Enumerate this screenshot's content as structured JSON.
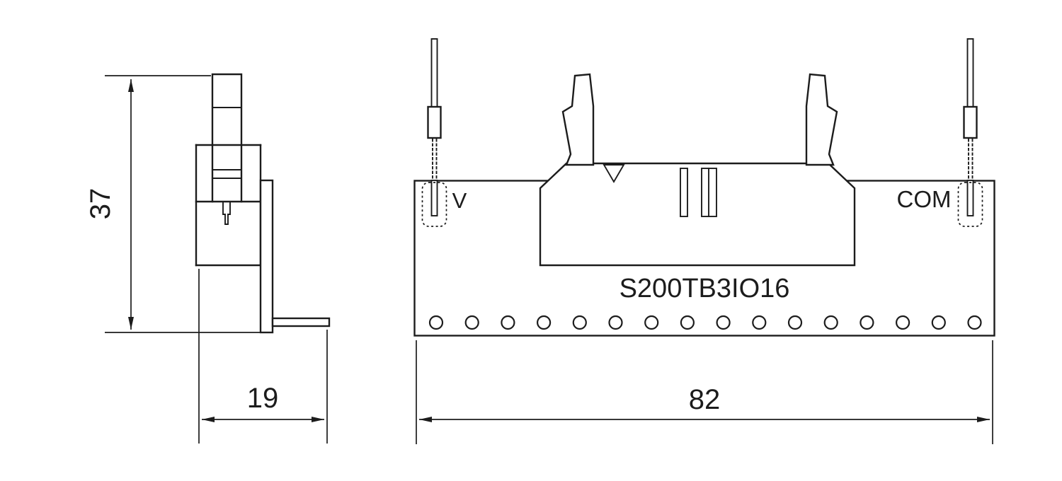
{
  "drawing": {
    "part_number": "S200TB3IO16",
    "labels": {
      "left_pin": "V",
      "right_pin": "COM"
    },
    "dimensions": {
      "side_height": "37",
      "side_width": "19",
      "front_width": "82"
    },
    "hole_count": 16,
    "colors": {
      "line": "#1c1c1c",
      "background": "#ffffff"
    }
  }
}
